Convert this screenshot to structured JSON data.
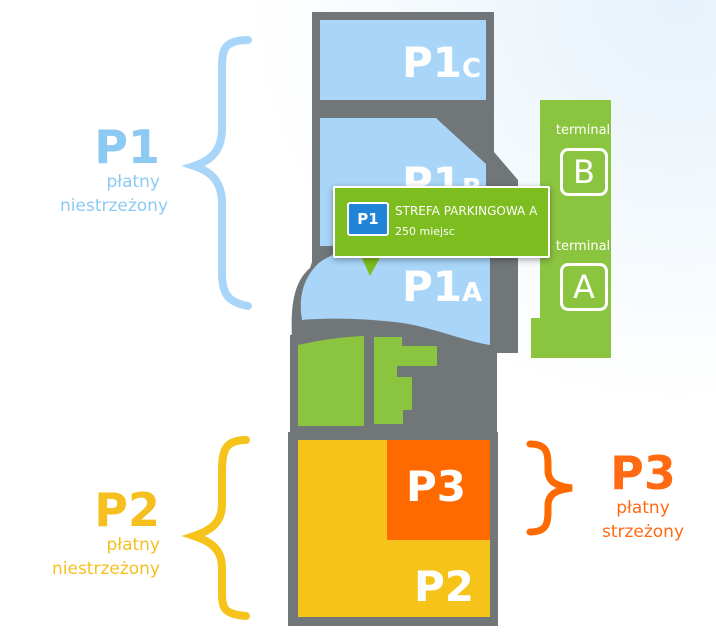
{
  "colors": {
    "p1": "#a9d6f8",
    "p1_label": "#8ccaf3",
    "p2": "#f6c31a",
    "p3": "#ff6a00",
    "green": "#8bc53f",
    "road": "#717679",
    "popup": "#7dbd1f",
    "badge": "#1f83d8"
  },
  "labels": {
    "p1": {
      "code": "P1",
      "line1": "płatny",
      "line2": "niestrzeżony"
    },
    "p2": {
      "code": "P2",
      "line1": "płatny",
      "line2": "niestrzeżony"
    },
    "p3": {
      "code": "P3",
      "line1": "płatny",
      "line2": "strzeżony"
    }
  },
  "zones": {
    "p1c": {
      "main": "P1",
      "sub": "C"
    },
    "p1b": {
      "main": "P1",
      "sub": "B"
    },
    "p1a": {
      "main": "P1",
      "sub": "A"
    },
    "p3": {
      "main": "P3"
    },
    "p2": {
      "main": "P2"
    }
  },
  "terminals": [
    {
      "caption": "terminal",
      "letter": "B"
    },
    {
      "caption": "terminal",
      "letter": "A"
    }
  ],
  "popup": {
    "badge": "P1",
    "name": "STREFA PARKINGOWA A",
    "count": "250 miejsc"
  }
}
